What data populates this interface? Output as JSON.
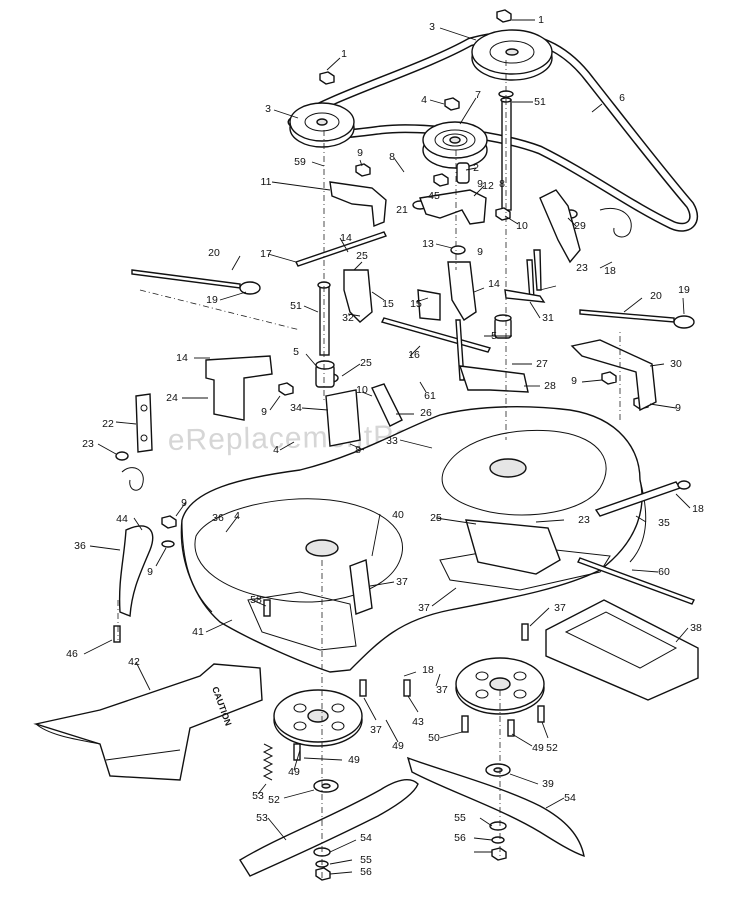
{
  "watermark": "eReplacementParts.com",
  "caution_label": "CAUTION",
  "callouts": [
    "1",
    "1",
    "3",
    "3",
    "4",
    "7",
    "51",
    "6",
    "59",
    "9",
    "8",
    "2",
    "45",
    "9",
    "8",
    "11",
    "12",
    "21",
    "10",
    "13",
    "17",
    "14",
    "9",
    "29",
    "23",
    "18",
    "20",
    "19",
    "25",
    "15",
    "14",
    "51",
    "15",
    "32",
    "5",
    "31",
    "20",
    "19",
    "14",
    "5",
    "25",
    "16",
    "27",
    "30",
    "24",
    "61",
    "28",
    "9",
    "9",
    "9",
    "10",
    "34",
    "26",
    "22",
    "23",
    "4",
    "33",
    "8",
    "9",
    "36",
    "4",
    "25",
    "23",
    "18",
    "44",
    "35",
    "36",
    "9",
    "40",
    "37",
    "58",
    "60",
    "41",
    "37",
    "46",
    "37",
    "38",
    "42",
    "18",
    "37",
    "37",
    "43",
    "49",
    "50",
    "49",
    "49",
    "49",
    "52",
    "52",
    "39",
    "53",
    "53",
    "54",
    "54",
    "55",
    "55",
    "56",
    "56"
  ]
}
